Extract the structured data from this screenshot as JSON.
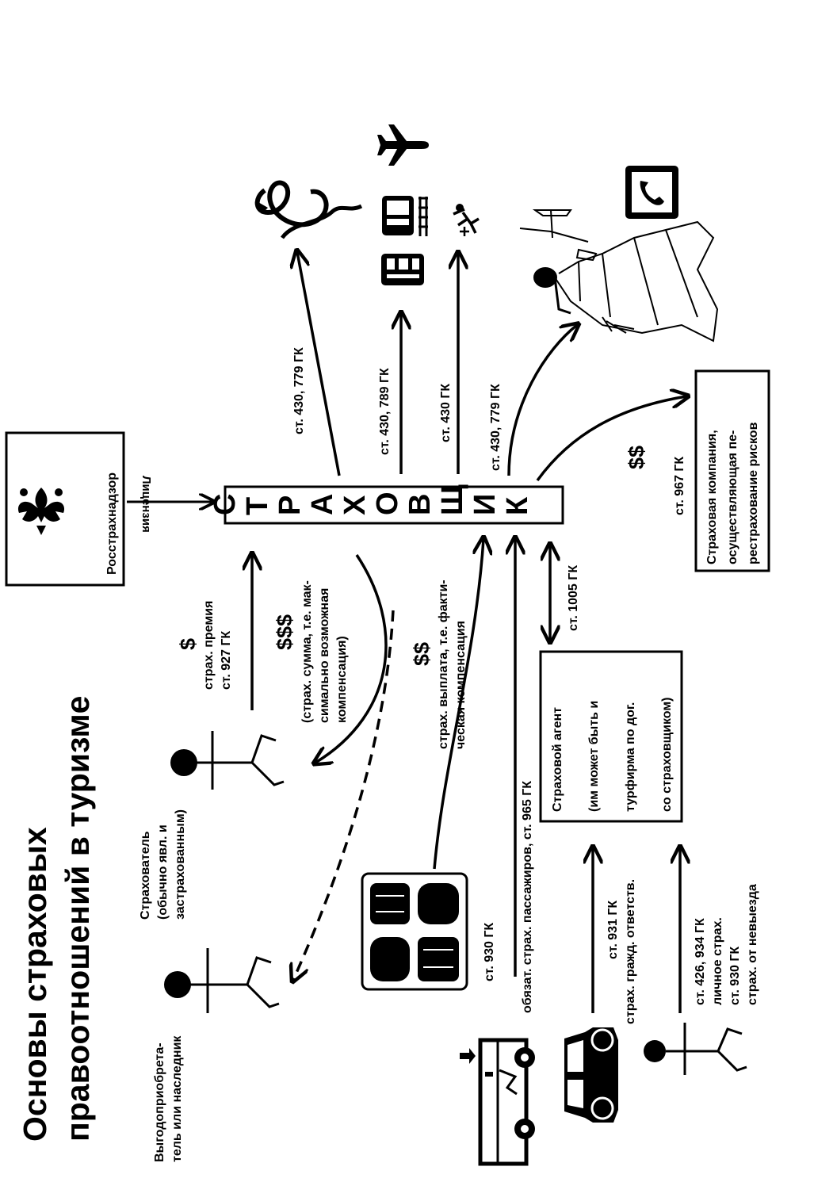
{
  "title": {
    "line1": "Основы страховых",
    "line2": "правоотношений в туризме"
  },
  "regulator": {
    "label": "Росстрахнадзор",
    "emblem_icon": "double-headed-eagle-icon",
    "license_label": "Лицензия"
  },
  "insurer": {
    "letters": [
      "С",
      "Т",
      "Р",
      "А",
      "Х",
      "О",
      "В",
      "Щ",
      "И",
      "К"
    ]
  },
  "policyholder": {
    "lines": [
      "Страхователь",
      "(обычно явл. и",
      "застрахованным)"
    ]
  },
  "beneficiary": {
    "lines": [
      "Выгодоприобрета-",
      "тель или наследник"
    ]
  },
  "premium": {
    "symbol": "$",
    "lines": [
      "страх. премия",
      "ст.  927 ГК"
    ]
  },
  "sum_insured": {
    "symbol": "$$$",
    "lines": [
      "(страх. сумма, т.е. мак-",
      "симально возможная",
      "компенсация)"
    ]
  },
  "payment": {
    "symbol": "$$",
    "lines": [
      "страх. выплата, т.е. факти-",
      "ческая компенсация"
    ]
  },
  "refs": {
    "medical": "ст. 430, 779 ГК",
    "transport": "ст. 430, 789 ГК",
    "accident": "ст. 430 ГК",
    "legal": "ст. 430, 779 ГК",
    "baggage": "ст. 930 ГК",
    "passengers": "обязат. страх. пассажиров, ст. 965 ГК",
    "agent": "ст. 1005 ГК",
    "reinsurance": "ст. 967 ГК",
    "reinsurance_money": "$$"
  },
  "agent_box": {
    "lines": [
      "Страховой агент",
      "(им может быть и",
      "турфирма по дог.",
      "со страховщиком)"
    ]
  },
  "reinsurer_box": {
    "lines": [
      "Страховая компания,",
      "осуществляющая пе-",
      "рестрахование рисков"
    ]
  },
  "civil_liability": {
    "lines": [
      "ст. 931 ГК",
      "страх. гражд. ответств."
    ]
  },
  "personal": {
    "lines": [
      "ст. 426, 934 ГК",
      "личное страх.",
      "ст. 930 ГК",
      "страх. от невыезда"
    ]
  },
  "icons": [
    "airplane-icon",
    "caduceus-snake-icon",
    "train-icon",
    "tram-icon",
    "falling-person-icon",
    "phone-icon",
    "lady-justice-icon",
    "luggage-icon",
    "bus-icon",
    "car-icon",
    "person-icon"
  ]
}
